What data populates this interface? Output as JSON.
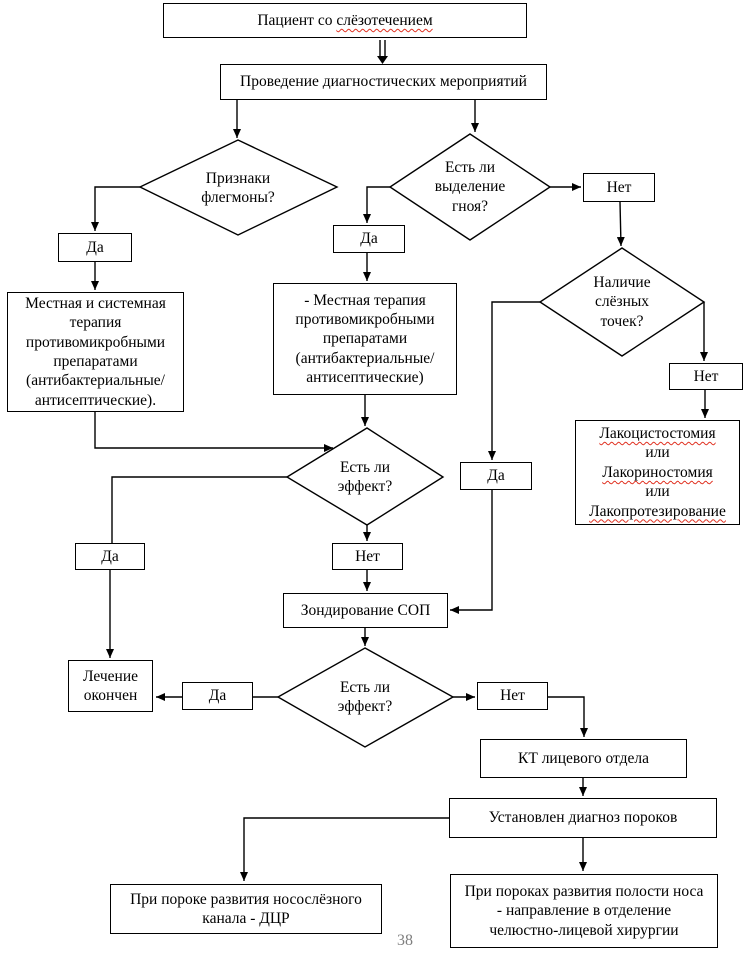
{
  "page_number": "38",
  "labels": {
    "yes": "Да",
    "no": "Нет"
  },
  "nodes": {
    "patient_prefix": "Пациент со",
    "patient_term": "слёзотечением",
    "diagnostics": "Проведение диагностических мероприятий",
    "phlegmon": "Признаки\nфлегмоны?",
    "pus": "Есть ли\nвыделение\nгноя?",
    "lacrimal_points": "Наличие\nслёзных\nточек?",
    "therapy_left": "Местная и системная\nтерапия\nпротивомикробными\nпрепаратами\n(антибактериальные/\nантисептические).",
    "therapy_mid": "- Местная терапия\nпротивомикробными\nпрепаратами\n(антибактериальные/\nантисептические)",
    "laco_option1": "Лакоцистостомия",
    "laco_or1": "или",
    "laco_option2": "Лакориностомия",
    "laco_or2": "или",
    "laco_option3": "Лакопротезирование",
    "effect1": "Есть ли\nэффект?",
    "probing": "Зондирование СОП",
    "treatment_done": "Лечение\nокончен",
    "effect2": "Есть ли\nэффект?",
    "ct": "КТ лицевого отдела",
    "diagnosis": "Установлен диагноз пороков",
    "nasolacrimal": "При пороке развития носослёзного\nканала - ДЦР",
    "nasal": "При пороках развития полости носа\n- направление в отделение\nчелюстно-лицевой хирургии"
  },
  "colors": {
    "line": "#000000",
    "spellcheck_underline": "#e03020",
    "page_number": "#7f7f7f"
  }
}
